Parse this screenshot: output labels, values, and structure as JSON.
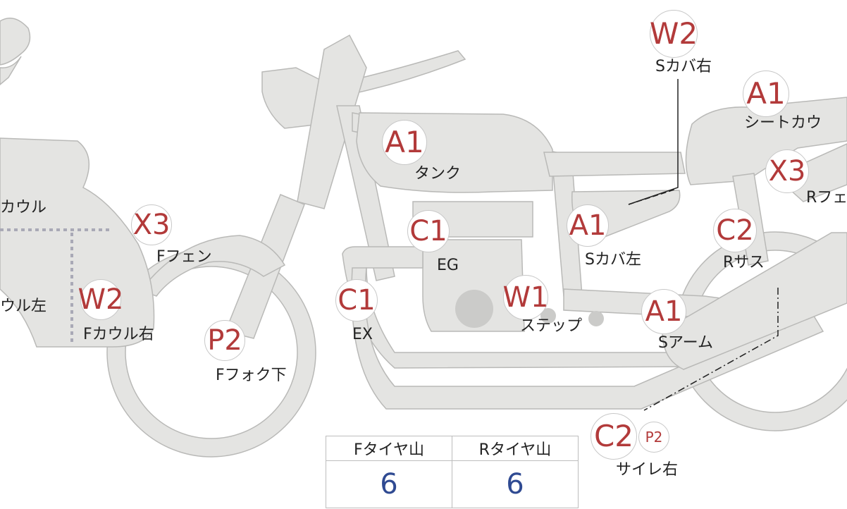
{
  "parts": {
    "f_cowl": {
      "label": "カウル"
    },
    "f_cowl_l": {
      "label": "ウル左"
    },
    "f_cowl_r": {
      "grade": "W2",
      "label": "Fカウル右"
    },
    "f_fender": {
      "grade": "X3",
      "label": "Fフェン"
    },
    "f_fork": {
      "grade": "P2",
      "label": "Fフォク下"
    },
    "tank": {
      "grade": "A1",
      "label": "タンク"
    },
    "engine": {
      "grade": "C1",
      "label": "EG"
    },
    "exhaust": {
      "grade": "C1",
      "label": "EX"
    },
    "step": {
      "grade": "W1",
      "label": "ステップ"
    },
    "s_cover_l": {
      "grade": "A1",
      "label": "Sカバ左"
    },
    "s_cover_r": {
      "grade": "W2",
      "label": "Sカバ右"
    },
    "seat_cowl": {
      "grade": "A1",
      "label": "シートカウ"
    },
    "r_fender": {
      "grade": "X3",
      "label": "Rフェ"
    },
    "r_sus": {
      "grade": "C2",
      "label": "Rサス"
    },
    "s_arm": {
      "grade": "A1",
      "label": "Sアーム"
    },
    "muffler_r": {
      "grade": "C2",
      "grade2": "P2",
      "label": "サイレ右"
    }
  },
  "tire_table": {
    "headers": [
      "Fタイヤ山",
      "Rタイヤ山"
    ],
    "values": [
      "6",
      "6"
    ]
  },
  "colors": {
    "grade_text": "#b23a3a",
    "tire_value": "#2f4a92",
    "body_fill": "#e4e4e2",
    "outline": "#b9b9b7",
    "cowl_divider": "#a9a9b6"
  }
}
